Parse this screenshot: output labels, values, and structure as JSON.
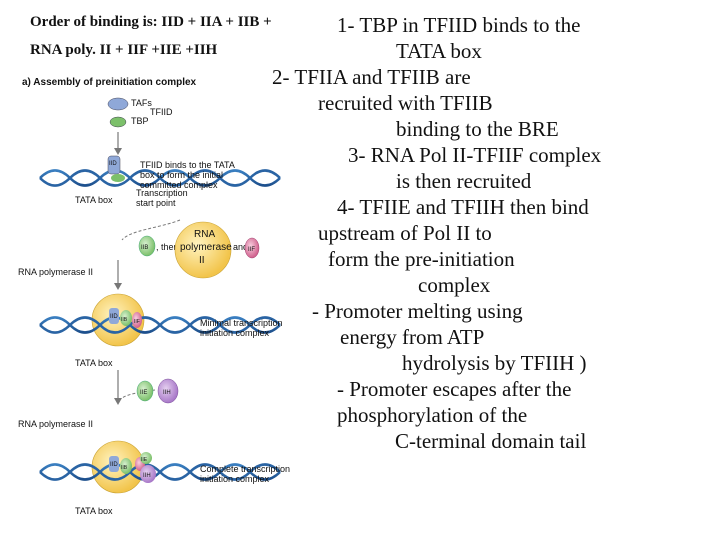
{
  "header": {
    "line1": "Order of binding is: IID + IIA + IIB + ",
    "line2": "RNA poly. II + IIF +IIE +IIH"
  },
  "body_lines": [
    "1- TBP in TFIID binds to the",
    "TATA box",
    "2- TFIIA and TFIIB are",
    "recruited with TFIIB",
    "binding to the BRE",
    "3- RNA Pol II-TFIIF complex",
    "is then recruited",
    "4- TFIIE and TFIIH then bind",
    "upstream of Pol II to",
    "form the pre-initiation",
    "complex",
    "- Promoter melting using",
    "energy from ATP",
    "hydrolysis by TFIIH )",
    "- Promoter escapes after the",
    "phosphorylation of the",
    "C-terminal domain tail"
  ],
  "figure": {
    "title": "a) Assembly of preinitiation complex",
    "tafs": "TAFs",
    "tbp": "TBP",
    "tfiid": "TFIID",
    "iid": "IID",
    "tfiid_binds_1": "TFIID binds to the TATA",
    "tfiid_binds_2": "box to form the initial",
    "tfiid_binds_3": "committed complex",
    "tata_box": "TATA box",
    "transcription_1": "Transcription",
    "transcription_2": "start point",
    "iib": "IIB",
    "then": ", then",
    "rna_pol_1": "RNA",
    "rna_pol_2": "polymerase",
    "rna_pol_3": "II",
    "and": "and",
    "iif": "IIF",
    "rna_polymerase_ii": "RNA polymerase II",
    "iia_like": "IIB",
    "minimal_1": "Minimal transcription",
    "minimal_2": "initiation complex",
    "iie": "IIE",
    "iih": "IIH",
    "complete_1": "Complete transcription",
    "complete_2": "initiation complex"
  }
}
